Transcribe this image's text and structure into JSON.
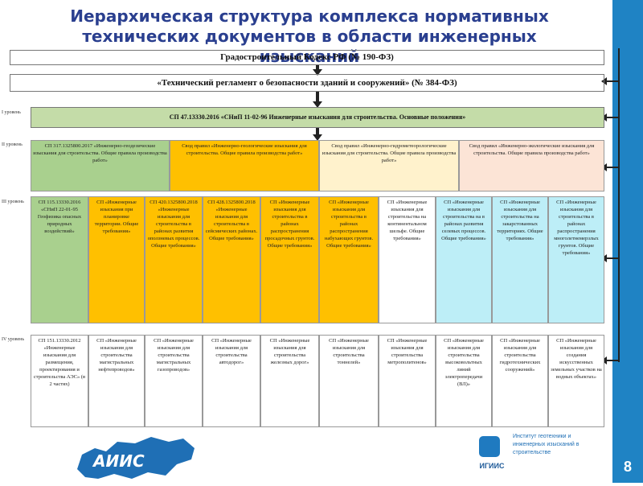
{
  "slide": {
    "title_line1": "Иерархическая структура комплекса нормативных",
    "title_line2": "технических документов в области инженерных",
    "title_line3": "изысканий",
    "page_number": "8"
  },
  "hierarchy": {
    "row1": "Градостроительный Кодекс РФ (№ 190-ФЗ)",
    "row2": "«Технический регламент о безопасности зданий и сооружений» (№ 384-ФЗ)",
    "level1_label": "I уровень",
    "row3": "СП 47.13330.2016 «СНиП 11-02-96 Инженерные изыскания для строительства. Основные положения»",
    "level2_label": "II уровень",
    "row4": [
      "СП 317.1325800.2017 «Инженерно-геодезические изыскания для строительства. Общие правила производства работ»",
      "Свод правил «Инженерно-геологические изыскания для строительства. Общие правила производства работ»",
      "Свод правил «Инженерно-гидрометеорологические изыскания для строительства. Общие правила производства работ»",
      "Свод правил «Инженерно-экологические изыскания для строительства. Общие правила производства работ»"
    ],
    "level3_label": "III уровень",
    "row5": [
      "СП 115.13330.2016 «СНиП 22-01-95 Геофизика опасных природных воздействий»",
      "СП «Инженерные изыскания при планировке территории. Общие требования»",
      "СП 420.1325800.2018 «Инженерные изыскания для строительства в районах развития оползневых процессов. Общие требования»",
      "СП 428.1325800.2018 «Инженерные изыскания для строительства в сейсмических районах. Общие требования»",
      "СП «Инженерные изыскания для строительства в районах распространения просадочных грунтов. Общие требования»",
      "СП «Инженерные изыскания для строительства в районах распространения набухающих грунтов. Общие требования»",
      "СП «Инженерные изыскания для строительства на континентальном шельфе. Общие требования»",
      "СП «Инженерные изыскания для строительства на в районах развития селевых процессов. Общие требования»",
      "СП «Инженерные изыскания для строительства на закарстованных территориях. Общие требования»",
      "СП «Инженерные изыскания для строительства в районах распространения многолетнемерзлых грунтов. Общие требования»"
    ],
    "level4_label": "IV уровень",
    "row6": [
      "СП 151.13330.2012 «Инженерные изыскания для размещения, проектирования и строительства АЭС» (в 2 частях)",
      "СП «Инженерные изыскания для строительства магистральных нефтепроводов»",
      "СП «Инженерные изыскания для строительства магистральных газопроводов»",
      "СП «Инженерные изыскания для строительства автодорог»",
      "СП «Инженерные изыскания для строительства железных дорог»",
      "СП «Инженерные изыскания для строительства тоннелей»",
      "СП «Инженерные изыскания для строительства метрополитенов»",
      "СП «Инженерные изыскания для строительства высоковольтных линий электропередачи (ВЛ)»",
      "СП «Инженерные изыскания для строительства гидротехнических сооружений»",
      "СП «Инженерные изыскания для создания искусственных земельных участков на водных объектах»"
    ]
  },
  "logos": {
    "left_text": "АИИС",
    "right_abbr": "ИГИИС",
    "right_name": "Институт геотехники и инженерных изысканий в строительстве"
  },
  "colors": {
    "title": "#2a3f8f",
    "sidebar": "#1f83c4",
    "green": "#a9d08e",
    "orange": "#ffc000",
    "cyan": "#bdeef7"
  }
}
